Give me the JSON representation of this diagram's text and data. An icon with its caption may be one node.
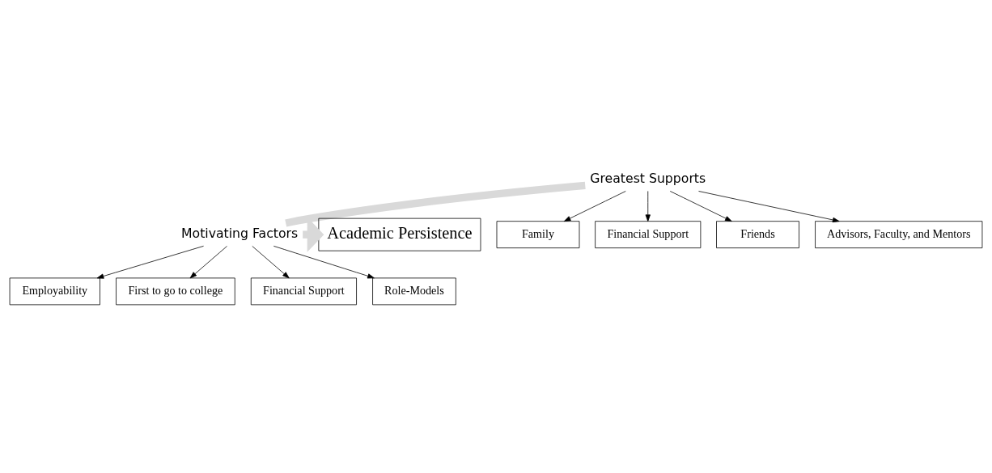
{
  "diagram": {
    "nodes": [
      {
        "text": [
          "Greatest Supports"
        ]
      },
      {
        "text": [
          "Motivating Factors"
        ]
      },
      {
        "text": [
          "Academic Persistence"
        ]
      },
      {
        "text": [
          "Family"
        ]
      },
      {
        "text": [
          "Financial Support"
        ]
      },
      {
        "text": [
          "Friends"
        ]
      },
      {
        "text": [
          "Advisors, Faculty, and Mentors"
        ]
      },
      {
        "text": [
          "Employability"
        ]
      },
      {
        "text": [
          "First to go to college"
        ]
      },
      {
        "text": [
          "Financial Support"
        ]
      },
      {
        "text": [
          "Role-Models"
        ]
      }
    ],
    "edges": [
      {
        "from": 0,
        "to": 1,
        "arrow": "none",
        "style": "thick",
        "color": "#d9d9d9"
      },
      {
        "from": 1,
        "to": 2,
        "arrow": "to",
        "style": "thick",
        "color": "#d9d9d9"
      },
      {
        "from": 0,
        "to": 3,
        "arrow": "to"
      },
      {
        "from": 0,
        "to": 4,
        "arrow": "to"
      },
      {
        "from": 0,
        "to": 5,
        "arrow": "to"
      },
      {
        "from": 0,
        "to": 6,
        "arrow": "to"
      },
      {
        "from": 1,
        "to": 7,
        "arrow": "to"
      },
      {
        "from": 1,
        "to": 8,
        "arrow": "to"
      },
      {
        "from": 1,
        "to": 9,
        "arrow": "to"
      },
      {
        "from": 1,
        "to": 10,
        "arrow": "to"
      }
    ]
  }
}
